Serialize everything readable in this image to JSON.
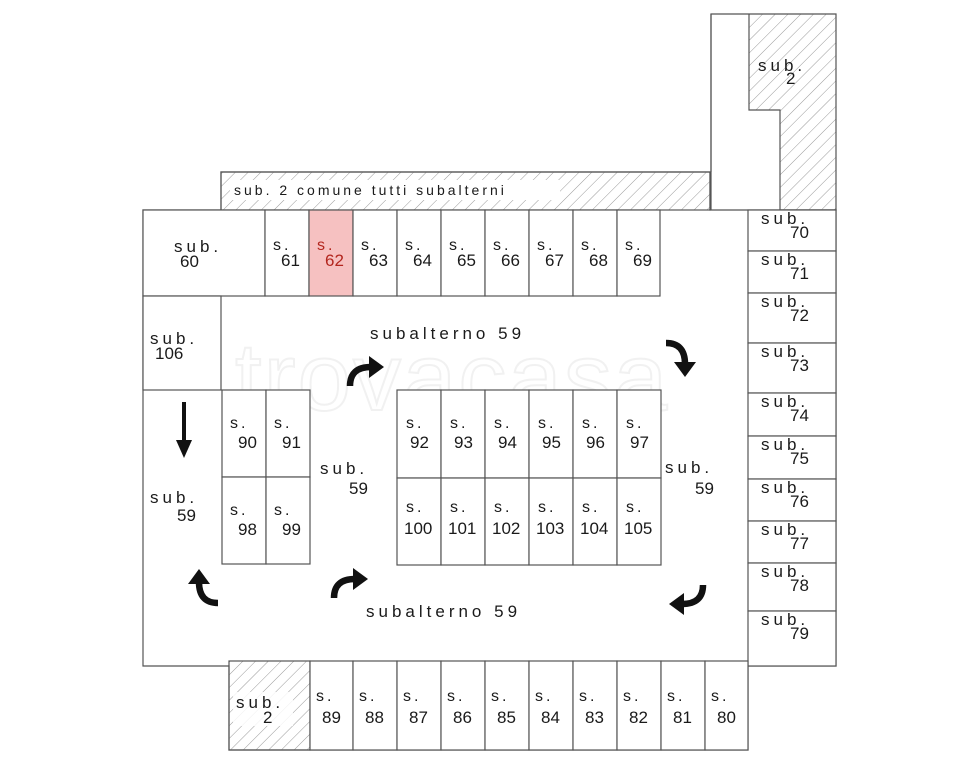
{
  "common_area_label": "sub. 2 comune tutti subalterni",
  "top_right_sub": {
    "s": "sub.",
    "n": "2"
  },
  "bottom_left_sub": {
    "s": "sub.",
    "n": "2"
  },
  "top_row": {
    "first": {
      "s": "sub.",
      "n": "60"
    },
    "units": [
      {
        "s": "s.",
        "n": "61"
      },
      {
        "s": "s.",
        "n": "62",
        "highlight": true
      },
      {
        "s": "s.",
        "n": "63"
      },
      {
        "s": "s.",
        "n": "64"
      },
      {
        "s": "s.",
        "n": "65"
      },
      {
        "s": "s.",
        "n": "66"
      },
      {
        "s": "s.",
        "n": "67"
      },
      {
        "s": "s.",
        "n": "68"
      },
      {
        "s": "s.",
        "n": "69"
      }
    ]
  },
  "right_column": [
    {
      "s": "sub.",
      "n": "70"
    },
    {
      "s": "sub.",
      "n": "71"
    },
    {
      "s": "sub.",
      "n": "72"
    },
    {
      "s": "sub.",
      "n": "73"
    },
    {
      "s": "sub.",
      "n": "74"
    },
    {
      "s": "sub.",
      "n": "75"
    },
    {
      "s": "sub.",
      "n": "76"
    },
    {
      "s": "sub.",
      "n": "77"
    },
    {
      "s": "sub.",
      "n": "78"
    },
    {
      "s": "sub.",
      "n": "79"
    }
  ],
  "left_unit": {
    "s": "sub.",
    "n": "106"
  },
  "left_block": [
    {
      "s": "s.",
      "n": "90"
    },
    {
      "s": "s.",
      "n": "91"
    },
    {
      "s": "s.",
      "n": "98"
    },
    {
      "s": "s.",
      "n": "99"
    }
  ],
  "center_block_top": [
    {
      "s": "s.",
      "n": "92"
    },
    {
      "s": "s.",
      "n": "93"
    },
    {
      "s": "s.",
      "n": "94"
    },
    {
      "s": "s.",
      "n": "95"
    },
    {
      "s": "s.",
      "n": "96"
    },
    {
      "s": "s.",
      "n": "97"
    }
  ],
  "center_block_bottom": [
    {
      "s": "s.",
      "n": "100"
    },
    {
      "s": "s.",
      "n": "101"
    },
    {
      "s": "s.",
      "n": "102"
    },
    {
      "s": "s.",
      "n": "103"
    },
    {
      "s": "s.",
      "n": "104"
    },
    {
      "s": "s.",
      "n": "105"
    }
  ],
  "bottom_row": [
    {
      "s": "s.",
      "n": "89"
    },
    {
      "s": "s.",
      "n": "88"
    },
    {
      "s": "s.",
      "n": "87"
    },
    {
      "s": "s.",
      "n": "86"
    },
    {
      "s": "s.",
      "n": "85"
    },
    {
      "s": "s.",
      "n": "84"
    },
    {
      "s": "s.",
      "n": "83"
    },
    {
      "s": "s.",
      "n": "82"
    },
    {
      "s": "s.",
      "n": "81"
    },
    {
      "s": "s.",
      "n": "80"
    }
  ],
  "aisle_labels": {
    "top": "subalterno 59",
    "bottom": "subalterno 59",
    "left": {
      "s": "sub.",
      "n": "59"
    },
    "middle": {
      "s": "sub.",
      "n": "59"
    },
    "right": {
      "s": "sub.",
      "n": "59"
    }
  },
  "watermark": "trovacasa",
  "colors": {
    "highlight_fill": "#f6c1c1",
    "highlight_text": "#b3261e",
    "line": "#555555",
    "hatch": "#9a9a9a"
  }
}
